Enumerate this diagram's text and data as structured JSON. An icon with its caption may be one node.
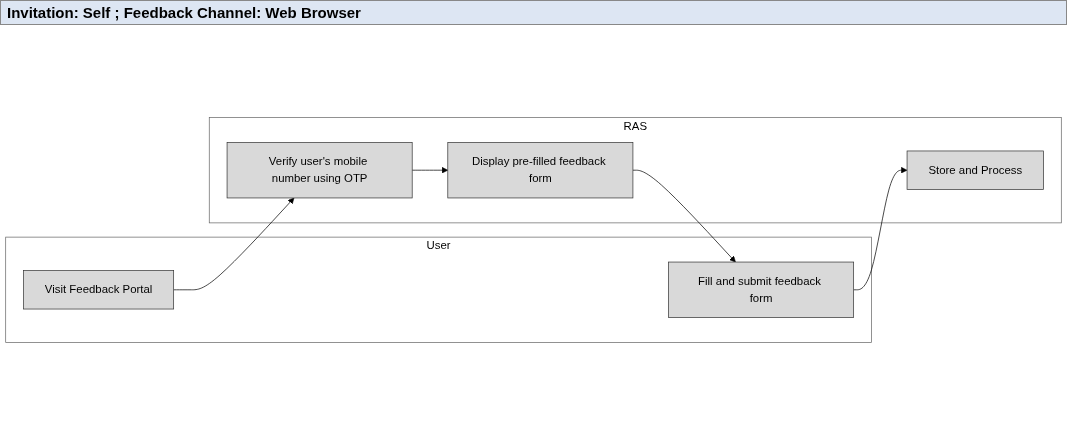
{
  "diagram": {
    "title": "Invitation: Self ; Feedback Channel: Web Browser",
    "nodes": [
      {
        "text": [
          "User"
        ]
      },
      {
        "text": [
          "Visit Feedback Portal"
        ],
        "in": 0
      },
      {
        "text": [
          "Fill and submit feedback form"
        ],
        "in": 0
      },
      {
        "text": [
          "RAS"
        ]
      },
      {
        "text": [
          "Verify user's mobile number using OTP"
        ],
        "in": 3
      },
      {
        "text": [
          "Display pre-filled feedback form"
        ],
        "in": 3
      },
      {
        "text": [
          "Store and Process"
        ],
        "in": 3
      }
    ],
    "edges": [
      {
        "from": 1,
        "to": 4,
        "arrow": "to"
      },
      {
        "from": 4,
        "to": 5,
        "arrow": "to"
      },
      {
        "from": 5,
        "to": 2,
        "arrow": "to"
      },
      {
        "from": 2,
        "to": 6,
        "arrow": "to"
      }
    ]
  }
}
